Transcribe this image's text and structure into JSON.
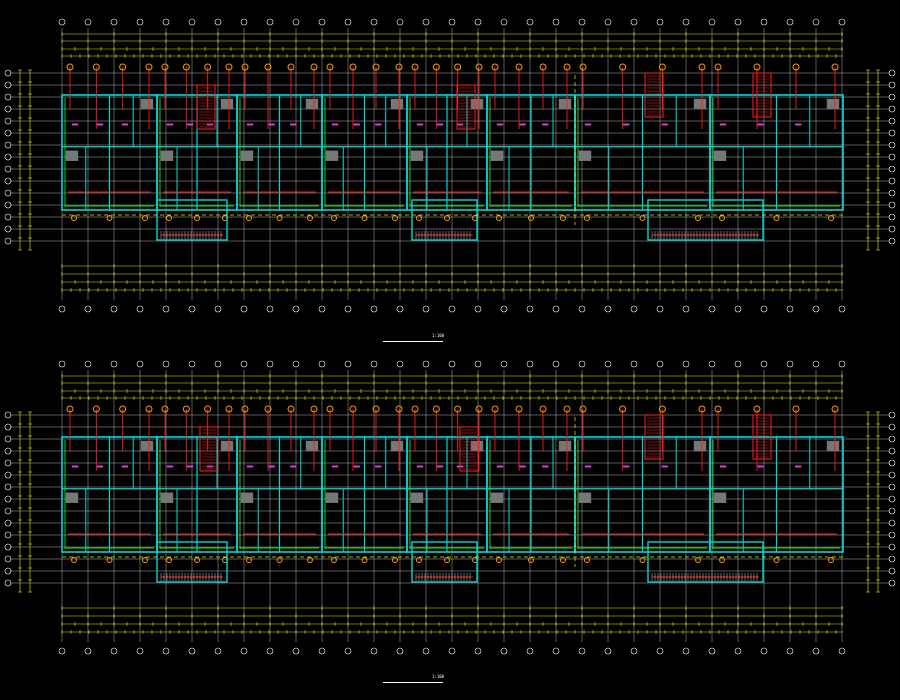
{
  "drawing": {
    "background": "#000000",
    "colors": {
      "grid": "#ffffff",
      "dimension": "#e8e800",
      "wall": "#00d7d7",
      "red_line": "#ff1a1a",
      "green_line": "#22dd22",
      "label": "#ff33ff",
      "symbol": "#ff9900",
      "fill": "#777777",
      "stair": "#ff2020",
      "bubble": "#ffffff"
    }
  },
  "plans": [
    {
      "id": "plan-top",
      "caption": "",
      "scale": "1:100"
    },
    {
      "id": "plan-bottom",
      "caption": "",
      "scale": "1:100"
    }
  ]
}
